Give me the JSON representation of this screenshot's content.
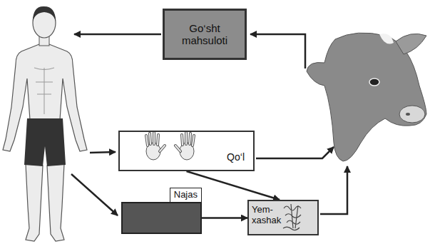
{
  "diagram": {
    "nodes": [
      {
        "text": [
          "Go‘sht mahsuloti"
        ]
      },
      {
        "text": [
          "Qo‘l"
        ]
      },
      {
        "text": [
          "Najas"
        ]
      },
      {
        "text": [
          "Yem- xashak"
        ]
      }
    ],
    "edges": [
      {
        "from": 1,
        "to": 3,
        "arrow": "to"
      },
      {
        "from": 2,
        "to": 3,
        "arrow": "to"
      }
    ]
  }
}
